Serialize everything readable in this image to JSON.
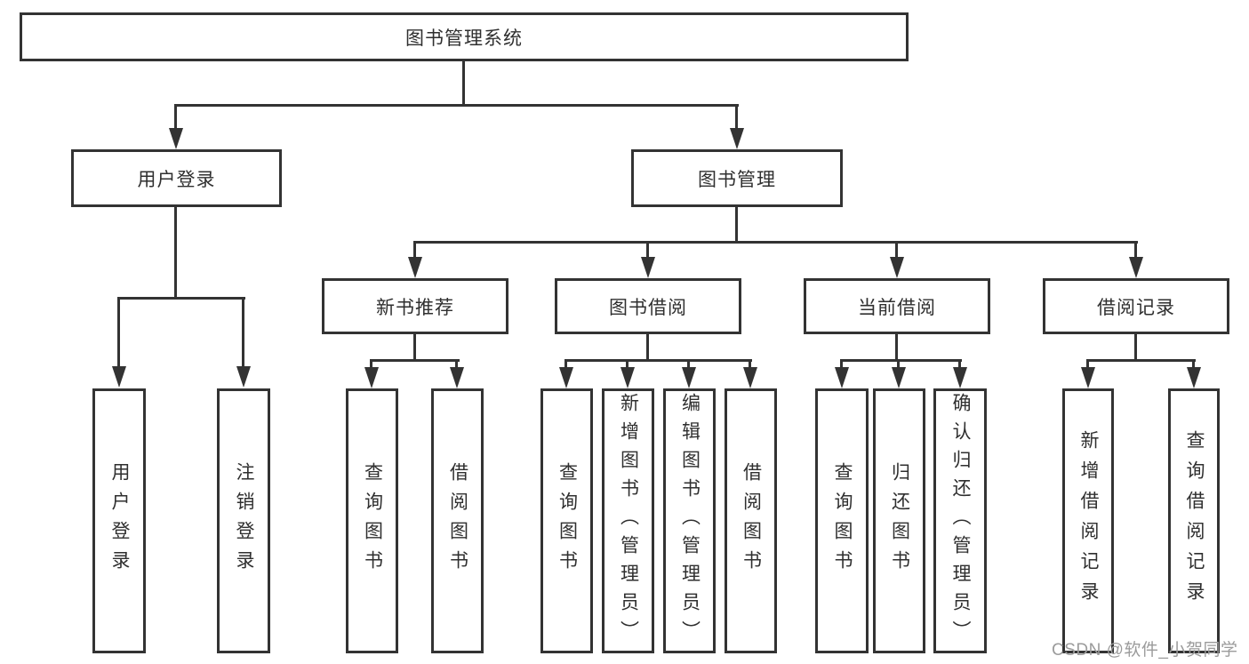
{
  "nodes": {
    "root": "图书管理系统",
    "level2": [
      "用户登录",
      "图书管理"
    ],
    "level3": [
      "新书推荐",
      "图书借阅",
      "当前借阅",
      "借阅记录"
    ],
    "leaves": {
      "user_login": [
        "用户登录",
        "注销登录"
      ],
      "new_book": [
        "查询图书",
        "借阅图书"
      ],
      "book_borrow": [
        "查询图书",
        "新增图书（管理员）",
        "编辑图书（管理员）",
        "借阅图书"
      ],
      "current_borrow": [
        "查询图书",
        "归还图书",
        "确认归还（管理员）"
      ],
      "borrow_records": [
        "新增借阅记录",
        "查询借阅记录"
      ]
    }
  },
  "watermark": "CSDN @软件_小贺同学",
  "colors": {
    "line": "#333333",
    "box_border": "#333333",
    "text": "#2f2f2f",
    "background": "#ffffff",
    "watermark": "#9b9b9b"
  }
}
